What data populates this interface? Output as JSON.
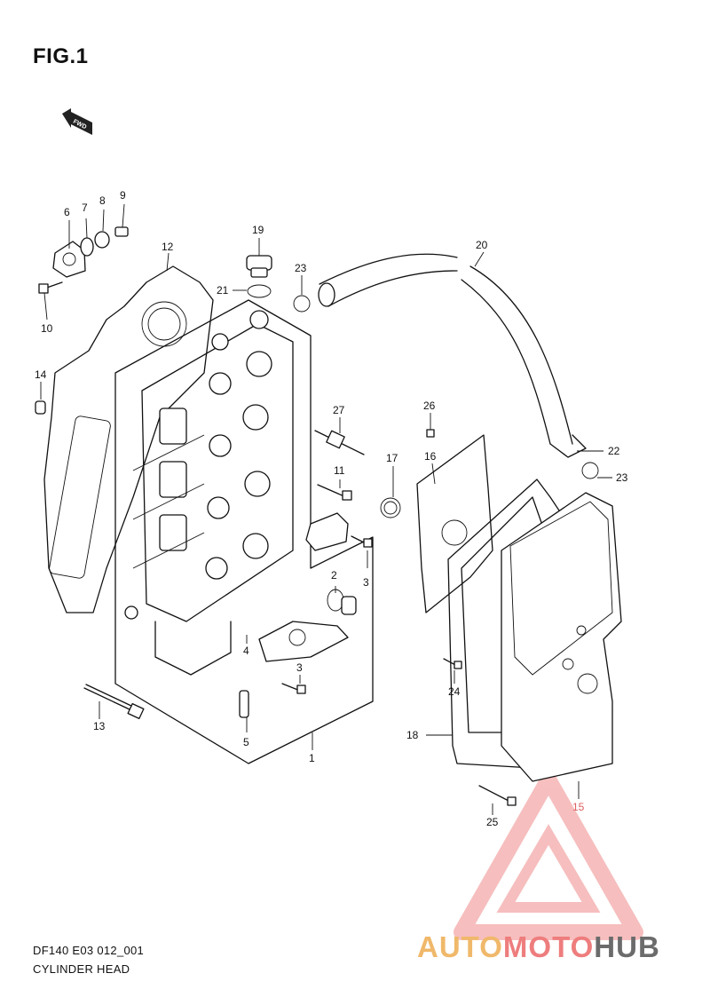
{
  "figure": {
    "title": "FIG.1",
    "direction_badge": "FWD"
  },
  "callouts": [
    {
      "id": "1",
      "label": "1"
    },
    {
      "id": "2",
      "label": "2"
    },
    {
      "id": "3a",
      "label": "3"
    },
    {
      "id": "3b",
      "label": "3"
    },
    {
      "id": "4",
      "label": "4"
    },
    {
      "id": "5",
      "label": "5"
    },
    {
      "id": "6",
      "label": "6"
    },
    {
      "id": "7",
      "label": "7"
    },
    {
      "id": "8",
      "label": "8"
    },
    {
      "id": "9",
      "label": "9"
    },
    {
      "id": "10",
      "label": "10"
    },
    {
      "id": "11",
      "label": "11"
    },
    {
      "id": "12",
      "label": "12"
    },
    {
      "id": "13",
      "label": "13"
    },
    {
      "id": "14",
      "label": "14"
    },
    {
      "id": "15",
      "label": "15"
    },
    {
      "id": "16",
      "label": "16"
    },
    {
      "id": "17",
      "label": "17"
    },
    {
      "id": "18",
      "label": "18"
    },
    {
      "id": "19",
      "label": "19"
    },
    {
      "id": "20",
      "label": "20"
    },
    {
      "id": "21",
      "label": "21"
    },
    {
      "id": "22",
      "label": "22"
    },
    {
      "id": "23a",
      "label": "23"
    },
    {
      "id": "23b",
      "label": "23"
    },
    {
      "id": "24",
      "label": "24"
    },
    {
      "id": "25",
      "label": "25"
    },
    {
      "id": "26",
      "label": "26"
    },
    {
      "id": "27",
      "label": "27"
    }
  ],
  "footer": {
    "code": "DF140 E03 012_001",
    "section": "CYLINDER HEAD"
  },
  "watermark": {
    "part1": "AUTO",
    "part2": "MOTO",
    "part3": "HUB",
    "colors": {
      "auto": "#f0b86a",
      "moto": "#ee7d7d",
      "hub": "#6b6b6b",
      "triangle": "#f0a0a0"
    }
  }
}
